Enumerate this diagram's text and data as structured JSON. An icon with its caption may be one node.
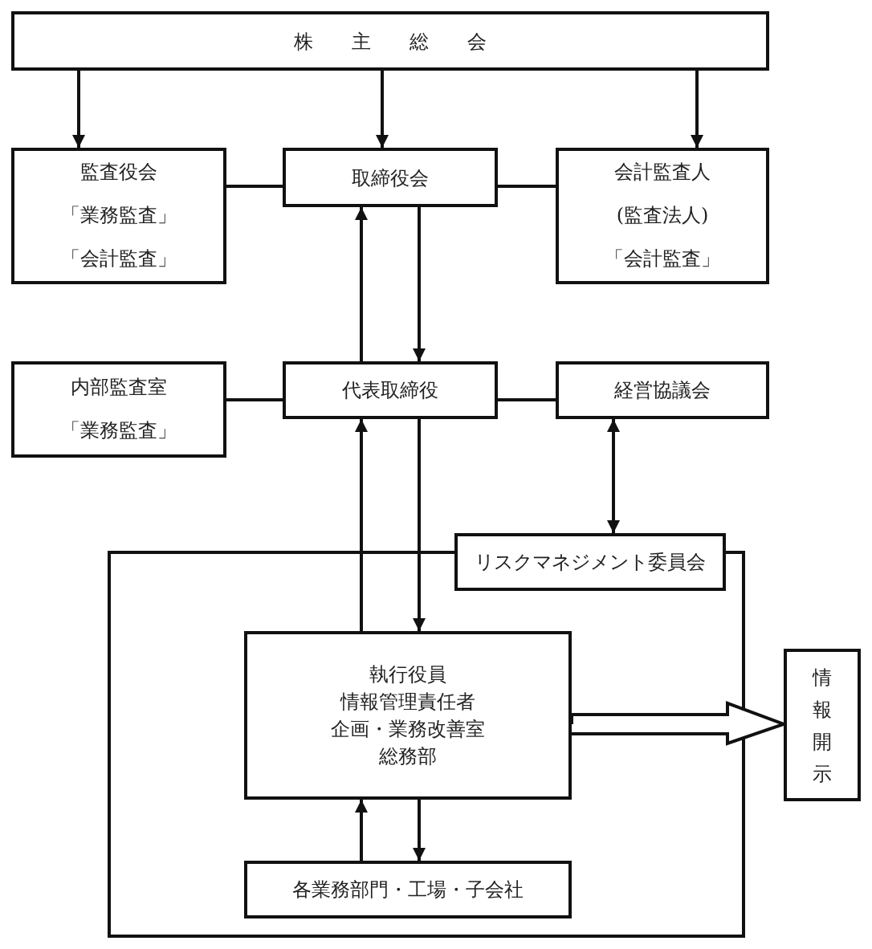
{
  "diagram": {
    "nodes": [
      {
        "text": [
          "株主総会"
        ]
      },
      {
        "text": [
          "監査役会",
          "「業務監査」",
          "「会計監査」"
        ]
      },
      {
        "text": [
          "取締役会"
        ]
      },
      {
        "text": [
          "会計監査人",
          "(監査法人)",
          "「会計監査」"
        ]
      },
      {
        "text": [
          "内部監査室",
          "「業務監査」"
        ]
      },
      {
        "text": [
          "代表取締役"
        ]
      },
      {
        "text": [
          "経営協議会"
        ]
      },
      {
        "text": [],
        "shape": "box"
      },
      {
        "text": [
          "リスクマネジメント委員会"
        ]
      },
      {
        "text": [
          "執行役員",
          "情報管理責任者",
          "企画・業務改善室",
          "総務部"
        ],
        "in": 7
      },
      {
        "text": [
          "各業務部門・工場・子会社"
        ],
        "in": 7
      },
      {
        "text": [
          "情報開示"
        ]
      }
    ],
    "edges": [
      {
        "from": 0,
        "to": 1,
        "arrow": "to"
      },
      {
        "from": 0,
        "to": 2,
        "arrow": "to"
      },
      {
        "from": 0,
        "to": 3,
        "arrow": "to"
      },
      {
        "from": 1,
        "to": 2,
        "arrow": "none"
      },
      {
        "from": 2,
        "to": 3,
        "arrow": "none"
      },
      {
        "from": 5,
        "to": 2,
        "arrow": "to"
      },
      {
        "from": 2,
        "to": 5,
        "arrow": "to"
      },
      {
        "from": 4,
        "to": 5,
        "arrow": "none"
      },
      {
        "from": 5,
        "to": 6,
        "arrow": "none"
      },
      {
        "from": 6,
        "to": 8,
        "arrow": "both"
      },
      {
        "from": 9,
        "to": 5,
        "arrow": "to"
      },
      {
        "from": 5,
        "to": 9,
        "arrow": "to"
      },
      {
        "from": 9,
        "to": 11,
        "arrow": "to",
        "style": "thick"
      },
      {
        "from": 10,
        "to": 9,
        "arrow": "to"
      },
      {
        "from": 9,
        "to": 10,
        "arrow": "to"
      }
    ]
  }
}
